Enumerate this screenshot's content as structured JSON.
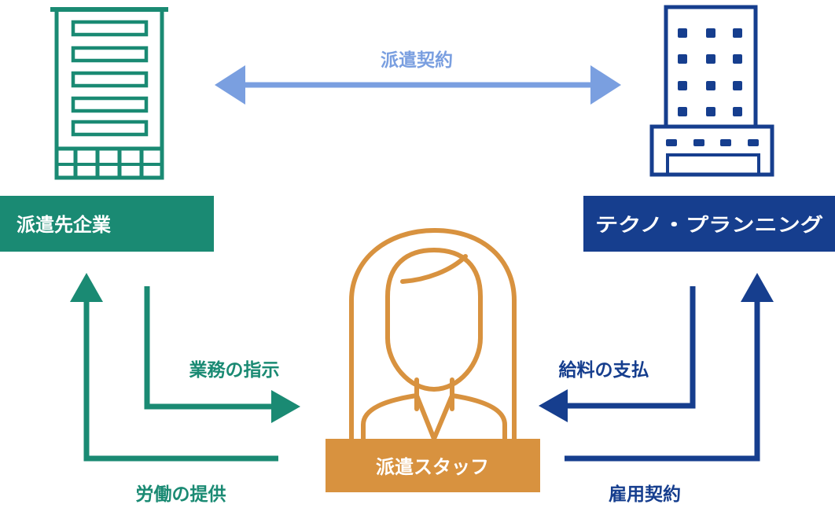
{
  "nodes": {
    "client_company": {
      "label": "派遣先企業",
      "color": "#1a8a73"
    },
    "techno_planning": {
      "label": "テクノ・プランニング",
      "color": "#163e8e"
    },
    "dispatch_staff": {
      "label": "派遣スタッフ",
      "color": "#d8923f"
    }
  },
  "edges": {
    "dispatch_contract": {
      "label": "派遣契約",
      "color": "#7a9fe0"
    },
    "work_instruction": {
      "label": "業務の指示",
      "color": "#1a8a73"
    },
    "labor_provision": {
      "label": "労働の提供",
      "color": "#1a8a73"
    },
    "salary_payment": {
      "label": "給料の支払",
      "color": "#163e8e"
    },
    "employment_contract": {
      "label": "雇用契約",
      "color": "#163e8e"
    }
  },
  "icons": {
    "client_building": "office-building-icon",
    "techno_building": "office-building-icon",
    "staff_person": "person-icon"
  }
}
